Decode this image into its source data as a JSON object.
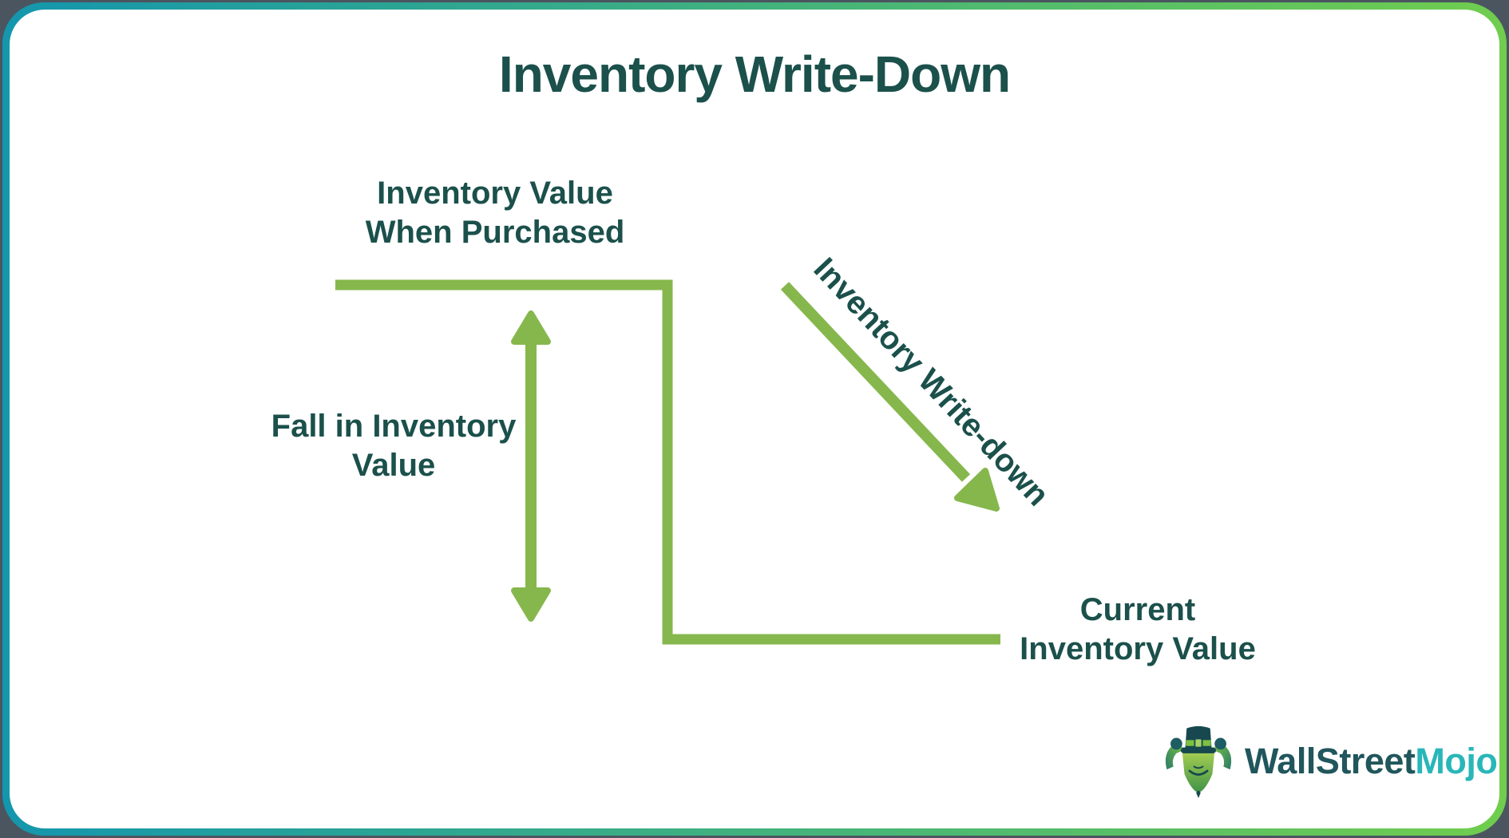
{
  "title": "Inventory Write-Down",
  "diagram": {
    "purchased_label": {
      "line1": "Inventory Value",
      "line2": "When Purchased"
    },
    "fall_label": {
      "line1": "Fall in Inventory",
      "line2": "Value"
    },
    "writedown_label": "Inventory Write-down",
    "current_label": {
      "line1": "Current",
      "line2": "Inventory Value"
    }
  },
  "logo": {
    "wallstreet": "WallStreet",
    "mojo": "Mojo",
    "bull_icon": "bull-mascot-with-top-hat"
  },
  "colors": {
    "accent_green": "#86b74d",
    "text_teal": "#1b504b",
    "border_gradient_start": "#1496ad",
    "border_gradient_end": "#70cd4e",
    "logo_wallstreet": "#20565c",
    "logo_mojo": "#29b6b9",
    "canvas_outside": "#4b5560"
  }
}
